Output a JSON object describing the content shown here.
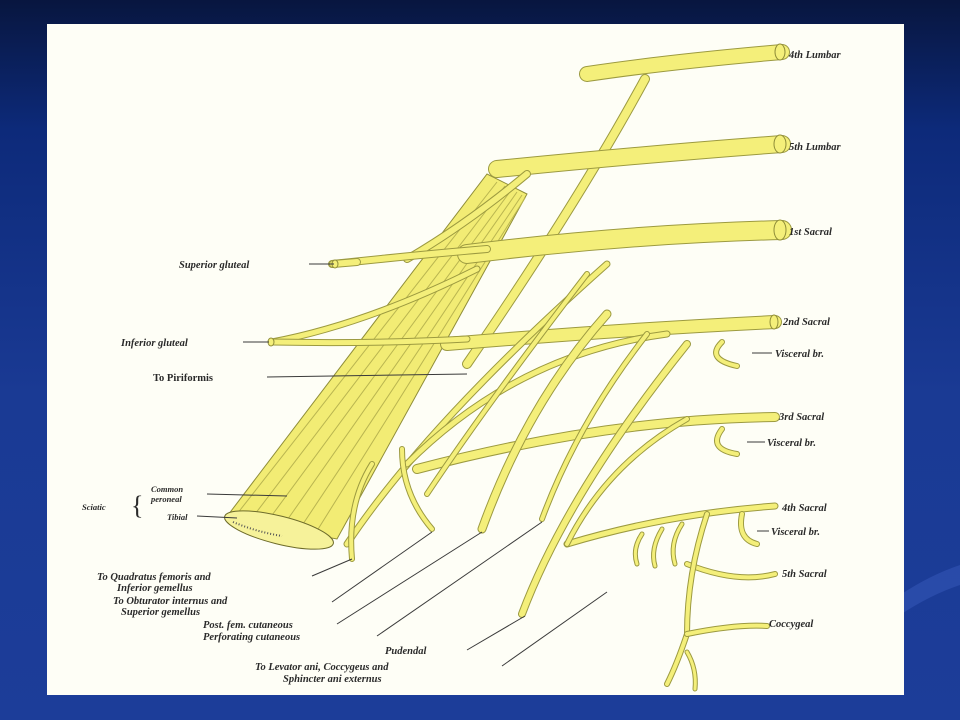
{
  "slide": {
    "background_colors": [
      "#08163f",
      "#1c3d99"
    ],
    "panel_color": "#fefef6",
    "nerve_color": "#f4ef7a"
  },
  "roots": {
    "l4": "4th Lumbar",
    "l5": "5th Lumbar",
    "s1": "1st Sacral",
    "s2": "2nd Sacral",
    "s3": "3rd Sacral",
    "s4": "4th Sacral",
    "s5": "5th Sacral",
    "coccygeal": "Coccygeal"
  },
  "visceral": {
    "v1": "Visceral br.",
    "v2": "Visceral br.",
    "v3": "Visceral br."
  },
  "branches": {
    "superior_gluteal": "Superior gluteal",
    "inferior_gluteal": "Inferior gluteal",
    "to_piriformis": "To Piriformis",
    "sciatic": "Sciatic",
    "common_peroneal_1": "Common",
    "common_peroneal_2": "peroneal",
    "tibial": "Tibial",
    "quadratus_1": "To Quadratus femoris and",
    "quadratus_2": "Inferior gemellus",
    "obturator_1": "To Obturator internus and",
    "obturator_2": "Superior gemellus",
    "post_fem": "Post. fem. cutaneous",
    "perforating": "Perforating cutaneous",
    "pudendal": "Pudendal",
    "levator_1": "To Levator ani, Coccygeus and",
    "levator_2": "Sphincter ani externus"
  }
}
